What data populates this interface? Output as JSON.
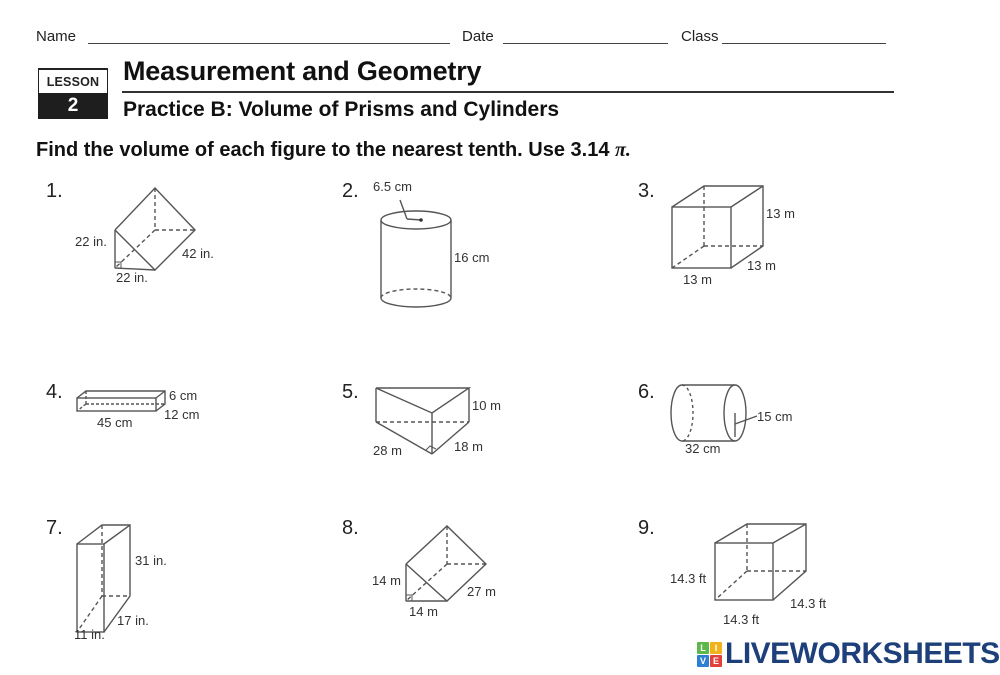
{
  "header": {
    "name_label": "Name",
    "date_label": "Date",
    "class_label": "Class"
  },
  "lesson": {
    "label": "LESSON",
    "number": "2",
    "title": "Measurement and Geometry",
    "subtitle": "Practice B: Volume of Prisms and Cylinders"
  },
  "instructions": {
    "text": "Find the volume of each figure to the nearest tenth. Use 3.14",
    "pi": "π."
  },
  "problems": [
    {
      "number": "1.",
      "shape": "triangular-prism",
      "labels": [
        "22 in.",
        "22 in.",
        "42 in."
      ]
    },
    {
      "number": "2.",
      "shape": "cylinder",
      "labels": [
        "6.5 cm",
        "16 cm"
      ]
    },
    {
      "number": "3.",
      "shape": "rectangular-prism",
      "labels": [
        "13 m",
        "13 m",
        "13 m"
      ]
    },
    {
      "number": "4.",
      "shape": "rectangular-prism",
      "labels": [
        "6 cm",
        "12 cm",
        "45 cm"
      ]
    },
    {
      "number": "5.",
      "shape": "triangular-prism",
      "labels": [
        "10 m",
        "28 m",
        "18 m"
      ]
    },
    {
      "number": "6.",
      "shape": "cylinder",
      "labels": [
        "15 cm",
        "32 cm"
      ]
    },
    {
      "number": "7.",
      "shape": "rectangular-prism",
      "labels": [
        "31 in.",
        "17 in.",
        "11 in."
      ]
    },
    {
      "number": "8.",
      "shape": "triangular-prism",
      "labels": [
        "14 m",
        "14 m",
        "27 m"
      ]
    },
    {
      "number": "9.",
      "shape": "rectangular-prism",
      "labels": [
        "14.3 ft",
        "14.3 ft",
        "14.3 ft"
      ]
    }
  ],
  "brand": {
    "tiles": [
      {
        "letter": "L",
        "color": "#5cb84a"
      },
      {
        "letter": "I",
        "color": "#f2b21c"
      },
      {
        "letter": "V",
        "color": "#2f7fd1"
      },
      {
        "letter": "E",
        "color": "#e0413a"
      }
    ],
    "name": "LIVEWORKSHEETS",
    "color": "#1d3f7a"
  }
}
